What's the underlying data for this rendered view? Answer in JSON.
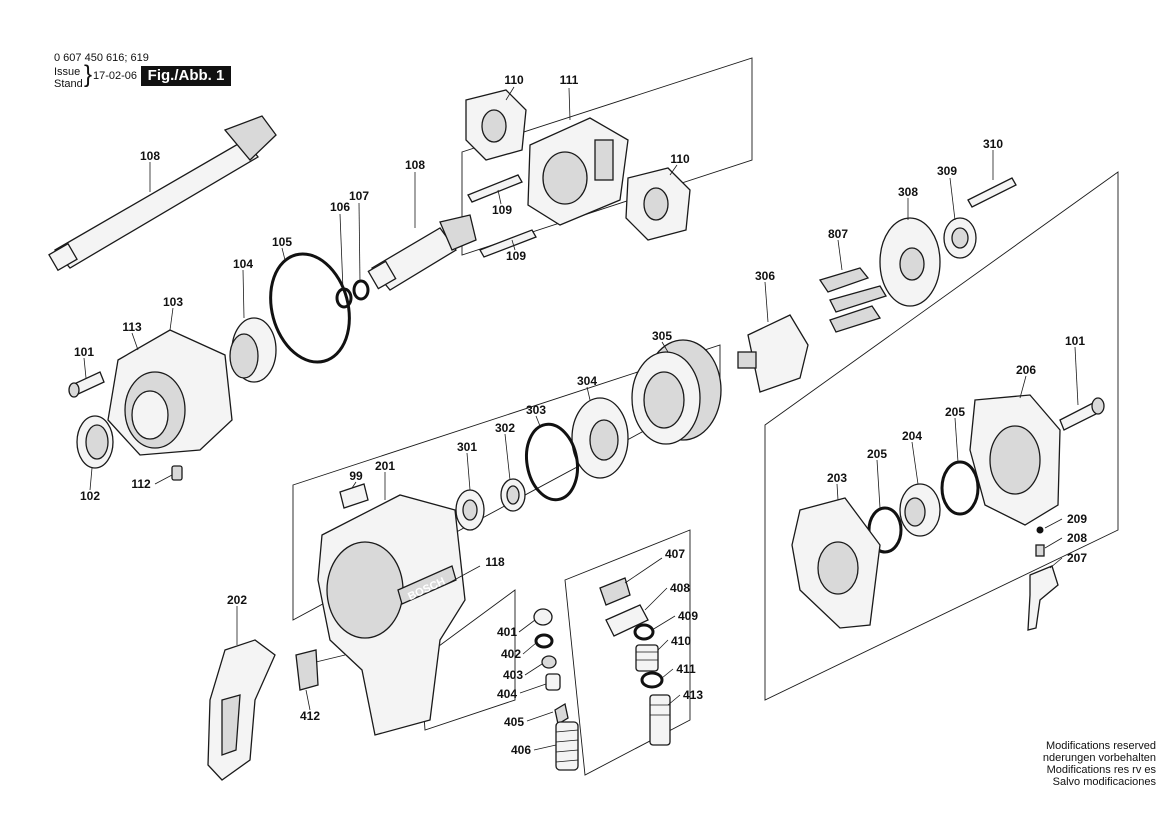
{
  "header": {
    "doc_number": "0 607 450 616; 619",
    "issue_label": "Issue",
    "stand_label": "Stand",
    "brace": "}",
    "date": "17-02-06",
    "figure_label": "Fig./Abb. 1"
  },
  "part_labels": {
    "p110a": "110",
    "p111": "111",
    "p108a": "108",
    "p108b": "108",
    "p110b": "110",
    "p109a": "109",
    "p109b": "109",
    "p107": "107",
    "p106": "106",
    "p105": "105",
    "p104": "104",
    "p103": "103",
    "p113": "113",
    "p101a": "101",
    "p102": "102",
    "p112": "112",
    "p310": "310",
    "p309": "309",
    "p308": "308",
    "p807": "807",
    "p306": "306",
    "p305": "305",
    "p304": "304",
    "p303": "303",
    "p302": "302",
    "p301": "301",
    "p99": "99",
    "p201": "201",
    "p118": "118",
    "p202": "202",
    "p412": "412",
    "p401": "401",
    "p402": "402",
    "p403": "403",
    "p404": "404",
    "p405": "405",
    "p406": "406",
    "p407": "407",
    "p408": "408",
    "p409": "409",
    "p410": "410",
    "p411": "411",
    "p413": "413",
    "p101b": "101",
    "p206": "206",
    "p205a": "205",
    "p205b": "205",
    "p204": "204",
    "p203": "203",
    "p209": "209",
    "p208": "208",
    "p207": "207"
  },
  "housing_logo": "BOSCH",
  "footer": {
    "lines": [
      "Modifications reserved",
      "nderungen vorbehalten",
      "Modifications res rv es",
      "Salvo modificaciones"
    ]
  }
}
